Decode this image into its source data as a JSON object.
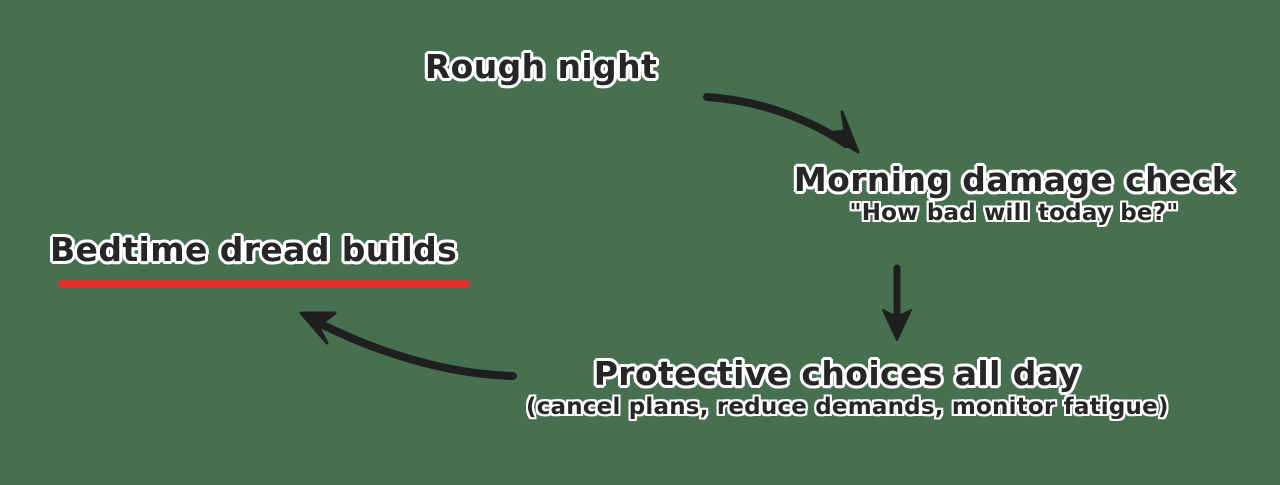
{
  "diagram": {
    "type": "cycle-flow",
    "background_color": "#477050",
    "text_color": "#262626",
    "text_outline_color": "#ffffff",
    "arrow_color": "#1f1f1f",
    "highlight_color": "#e02f2f",
    "nodes": [
      {
        "id": "rough-night",
        "title": "Rough night",
        "subtitle": ""
      },
      {
        "id": "morning-check",
        "title": "Morning damage check",
        "subtitle": "\"How bad will today be?\""
      },
      {
        "id": "protective",
        "title": "Protective choices all day",
        "subtitle": "(cancel plans, reduce demands, monitor fatigue)"
      },
      {
        "id": "bedtime",
        "title": "Bedtime dread builds",
        "subtitle": ""
      }
    ],
    "connectors": [
      {
        "id": "arrow-rough-to-morning",
        "from": "rough-night",
        "to": "morning-check",
        "style": "curved"
      },
      {
        "id": "arrow-morning-to-protective",
        "from": "morning-check",
        "to": "protective",
        "style": "straight-down"
      },
      {
        "id": "arrow-protective-to-bedtime",
        "from": "protective",
        "to": "bedtime",
        "style": "curved"
      }
    ]
  }
}
